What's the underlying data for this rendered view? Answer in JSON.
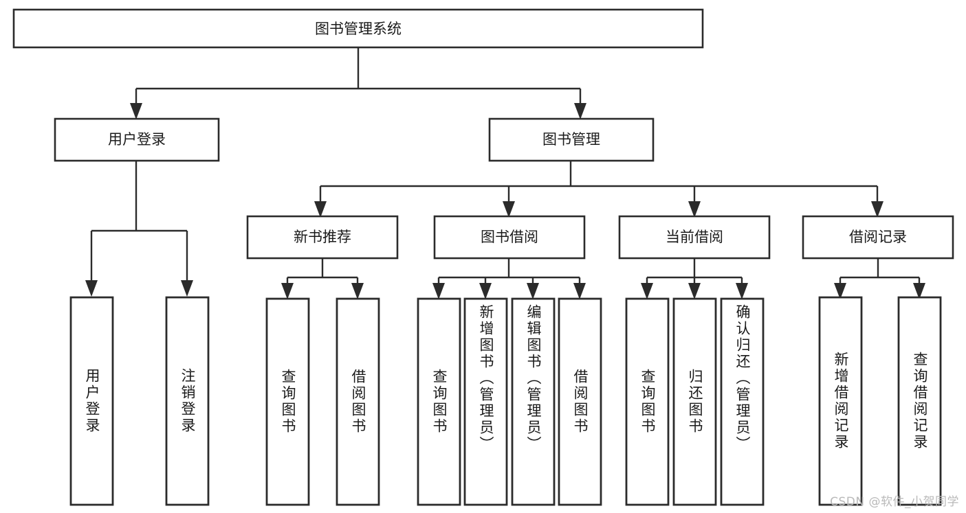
{
  "diagram": {
    "type": "tree",
    "title": "图书管理系统",
    "watermark": "CSDN @软件_小贺同学",
    "colors": {
      "box_stroke": "#2b2b2b",
      "box_fill": "#ffffff",
      "edge": "#2b2b2b",
      "text": "#1a1a1a",
      "background": "#ffffff",
      "watermark": "#b9b9b9"
    },
    "root": {
      "label": "图书管理系统"
    },
    "level1": [
      {
        "label": "用户登录"
      },
      {
        "label": "图书管理"
      }
    ],
    "level2": [
      {
        "label": "新书推荐"
      },
      {
        "label": "图书借阅"
      },
      {
        "label": "当前借阅"
      },
      {
        "label": "借阅记录"
      }
    ],
    "leaves": {
      "user_login": [
        {
          "label": "用户登录"
        },
        {
          "label": "注销登录"
        }
      ],
      "new_book_recommend": [
        {
          "label": "查询图书"
        },
        {
          "label": "借阅图书"
        }
      ],
      "book_borrow": [
        {
          "label": "查询图书"
        },
        {
          "label": "新增图书（管理员）"
        },
        {
          "label": "编辑图书（管理员）"
        },
        {
          "label": "借阅图书"
        }
      ],
      "current_borrow": [
        {
          "label": "查询图书"
        },
        {
          "label": "归还图书"
        },
        {
          "label": "确认归还（管理员）"
        }
      ],
      "borrow_record": [
        {
          "label": "新增借阅记录"
        },
        {
          "label": "查询借阅记录"
        }
      ]
    }
  }
}
